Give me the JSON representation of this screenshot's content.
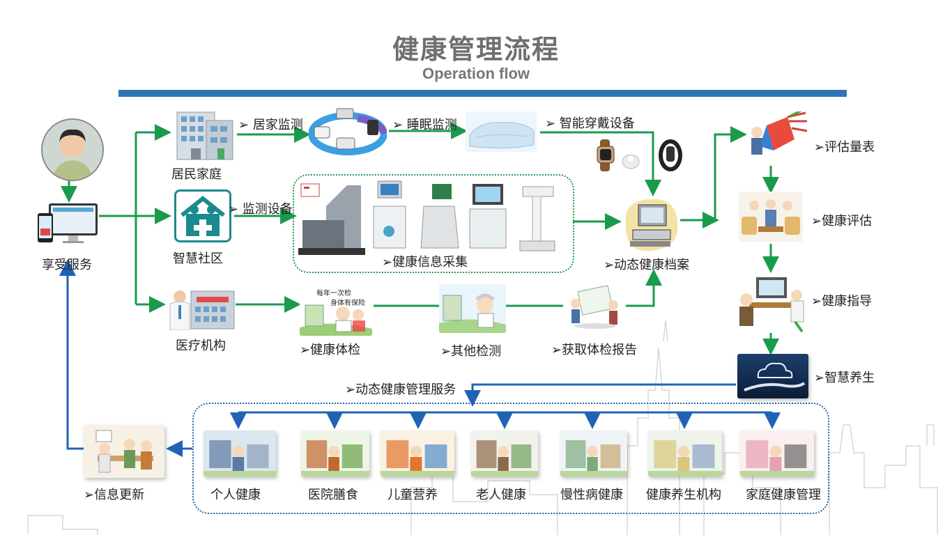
{
  "header": {
    "title": "健康管理流程",
    "subtitle": "Operation flow"
  },
  "colors": {
    "accent_blue": "#2e75b6",
    "flow_green": "#1a9b4c",
    "flow_blue": "#1f64b4",
    "title_gray": "#6f6f6f"
  },
  "left": {
    "enjoy_service": "享受服务",
    "info_update": "➢信息更新"
  },
  "sources": {
    "home": "居民家庭",
    "community": "智慧社区",
    "hospital": "医疗机构"
  },
  "row1": {
    "home_monitoring": "➢ 居家监测",
    "sleep_monitoring": "➢ 睡眠监测",
    "wearables": "➢ 智能穿戴设备"
  },
  "row2": {
    "monitoring_devices": "➢ 监测设备",
    "info_collection": "➢健康信息采集",
    "dynamic_record": "➢动态健康档案"
  },
  "row3": {
    "checkup": "➢健康体检",
    "other_tests": "➢其他检测",
    "get_report": "➢获取体检报告",
    "checkup_sign_line1": "每年一次检",
    "checkup_sign_line2": "身体有保险"
  },
  "right": {
    "assessment_scale": "➢评估量表",
    "health_assessment": "➢健康评估",
    "health_guidance": "➢健康指导",
    "smart_wellness": "➢智慧养生"
  },
  "services": {
    "heading": "➢动态健康管理服务",
    "items": [
      {
        "label": "个人健康"
      },
      {
        "label": "医院膳食"
      },
      {
        "label": "儿童营养"
      },
      {
        "label": "老人健康"
      },
      {
        "label": "慢性病健康"
      },
      {
        "label": "健康养生机构"
      },
      {
        "label": "家庭健康管理"
      }
    ]
  }
}
